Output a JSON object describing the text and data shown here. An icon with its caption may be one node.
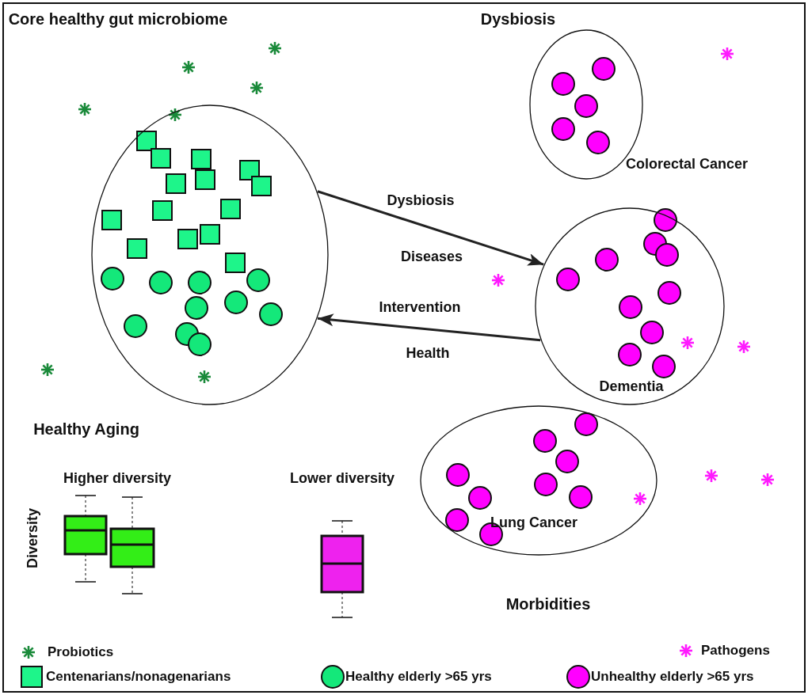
{
  "diagram": {
    "nodes": [
      {
        "text": [],
        "shape": "ellipse"
      },
      {
        "text": [],
        "shape": "ellipse",
        "beside": [
          "Colorectal Cancer"
        ]
      },
      {
        "text": [
          "Dementia"
        ]
      },
      {
        "text": [
          "Lung Cancer"
        ]
      }
    ],
    "edges": [
      {
        "from": 0,
        "to": 2,
        "arrow": "to",
        "label": "Dysbiosis"
      },
      {
        "from": 2,
        "to": 0,
        "arrow": "to",
        "label": "Intervention"
      }
    ],
    "labels": [
      "Core healthy gut microbiome",
      "Dysbiosis",
      "Diseases",
      "Health",
      "Healthy Aging",
      "Higher diversity",
      "Lower diversity",
      "Diversity",
      "Morbidities"
    ],
    "legend": [
      {
        "text": "Probiotics"
      },
      {
        "text": "Pathogens"
      },
      {
        "text": "Centenarians/nonagenarians",
        "color": "#1ef58a"
      },
      {
        "text": "Healthy elderly >65 yrs",
        "color": "#14e87a"
      },
      {
        "text": "Unhealthy elderly >65 yrs",
        "color": "#ff00ff"
      }
    ]
  }
}
